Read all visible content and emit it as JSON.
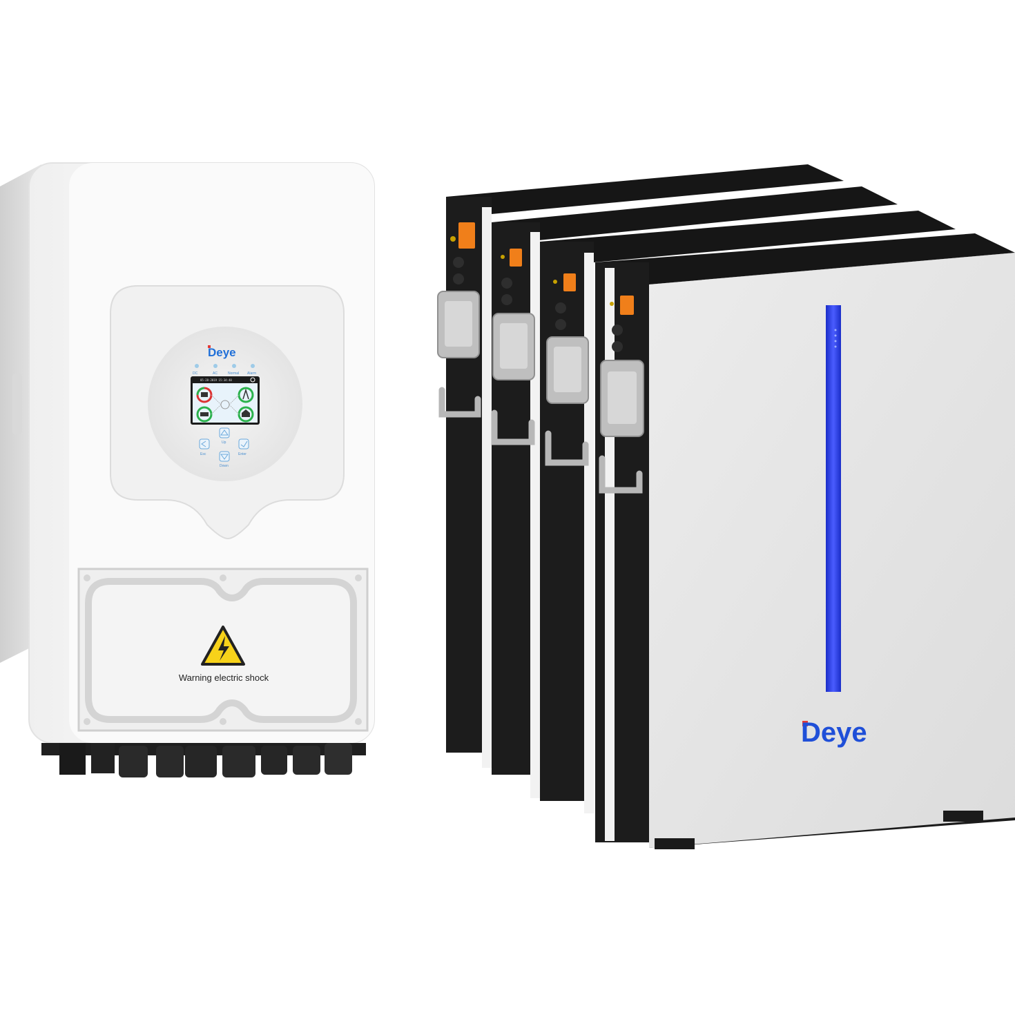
{
  "inverter": {
    "brand": "Deye",
    "indicators": [
      "DC",
      "AC",
      "Normal",
      "Alarm"
    ],
    "display": {
      "datetime": "05-28-2019  15:34:40"
    },
    "keys": [
      "Esc",
      "Up",
      "Down",
      "Enter"
    ],
    "warning_label": "Warning electric shock"
  },
  "battery_stack": {
    "brand": "Deye",
    "module_count": 4
  },
  "colors": {
    "brand_blue": "#1f4fd8",
    "led_bar": "#2a3fe0",
    "connector_orange": "#f07f1a",
    "module_black": "#1c1c1c",
    "module_face": "#e4e4e4",
    "warning_yellow": "#f7d21a"
  },
  "icons": [
    "warning-triangle-icon",
    "lightning-bolt-icon",
    "gear-icon"
  ]
}
